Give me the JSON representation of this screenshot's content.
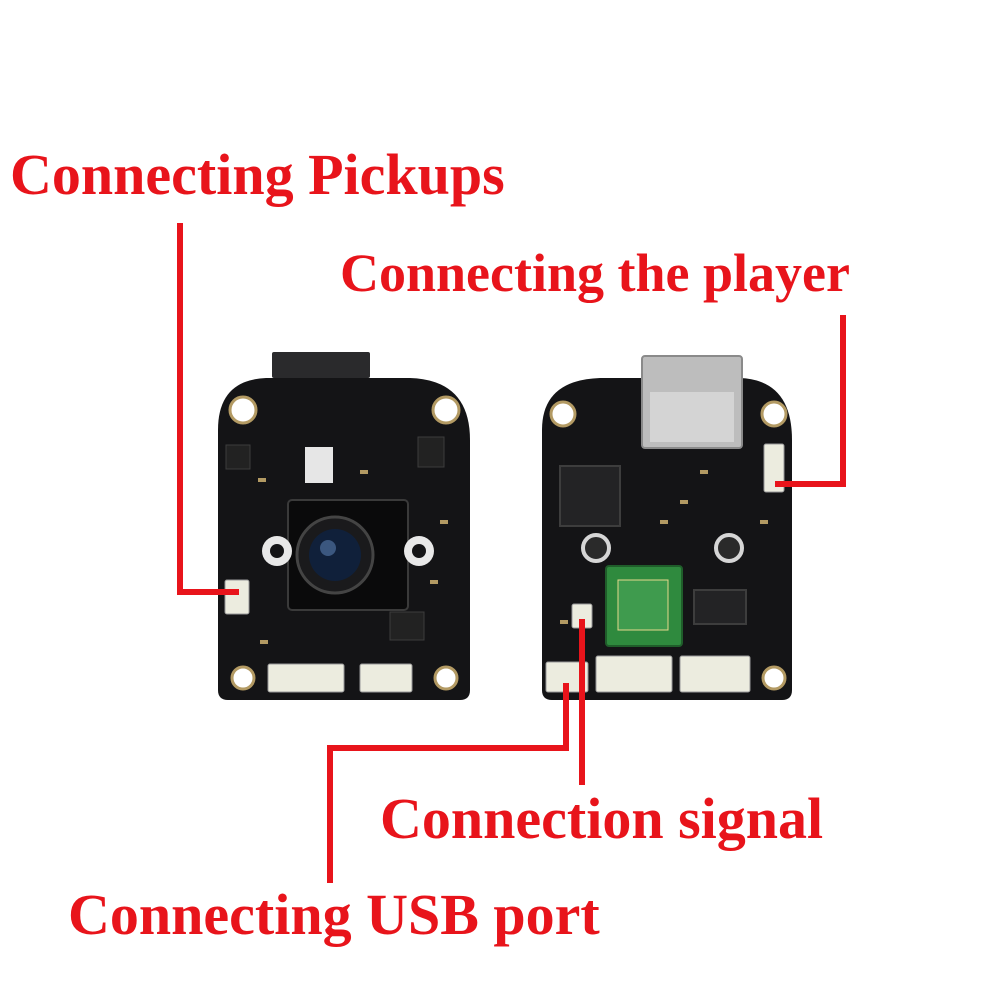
{
  "colors": {
    "annotation": "#e8141b",
    "board": "#141416",
    "connector": "#ececdf",
    "sd_slot": "#bdbdbd",
    "module": "#2f8a3e"
  },
  "annotations": {
    "pickups": "Connecting Pickups",
    "player": "Connecting the player",
    "signal": "Connection signal",
    "usb": "Connecting USB port"
  }
}
